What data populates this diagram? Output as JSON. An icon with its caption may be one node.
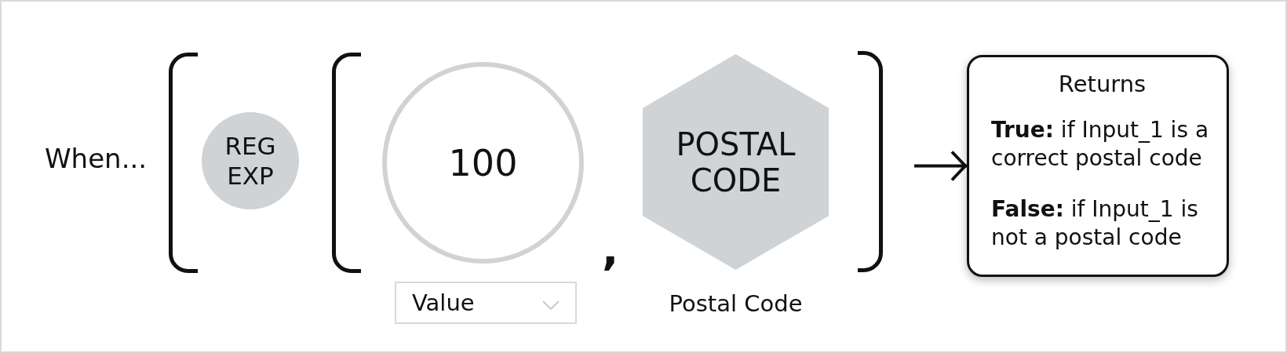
{
  "diagram": {
    "nodes": [
      {
        "text": [
          "REG EXP"
        ]
      },
      {
        "text": [
          "100"
        ]
      },
      {
        "text": [
          "Value"
        ]
      },
      {
        "text": [
          "POSTAL CODE"
        ],
        "beside": [
          "Postal Code"
        ]
      },
      {
        "text": [
          "Returns",
          "**True:** if Input_1 is a correct postal code",
          "**False:** if Input_1 is not a postal code"
        ]
      }
    ],
    "edges": [
      {
        "from": null,
        "to": 4,
        "arrow": "to"
      }
    ],
    "labels": [
      "When...",
      ","
    ]
  }
}
